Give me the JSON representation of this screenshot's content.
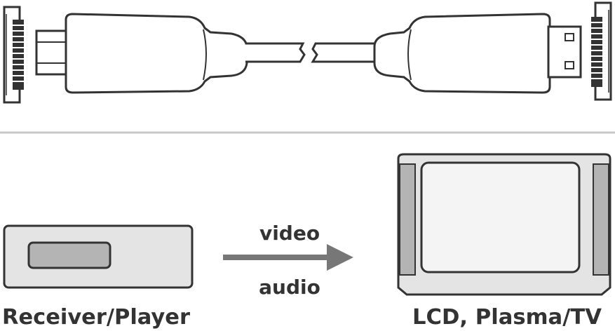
{
  "labels": {
    "video": "video",
    "audio": "audio",
    "receiver": "Receiver/Player",
    "display": "LCD, Plasma/TV"
  },
  "colors": {
    "ink": "#333333",
    "light_fill": "#e4e4e4",
    "mid_fill": "#b4b4b4",
    "panel_fill": "#f4f4f4",
    "arrow": "#777777",
    "divider": "#c8c8c8"
  }
}
